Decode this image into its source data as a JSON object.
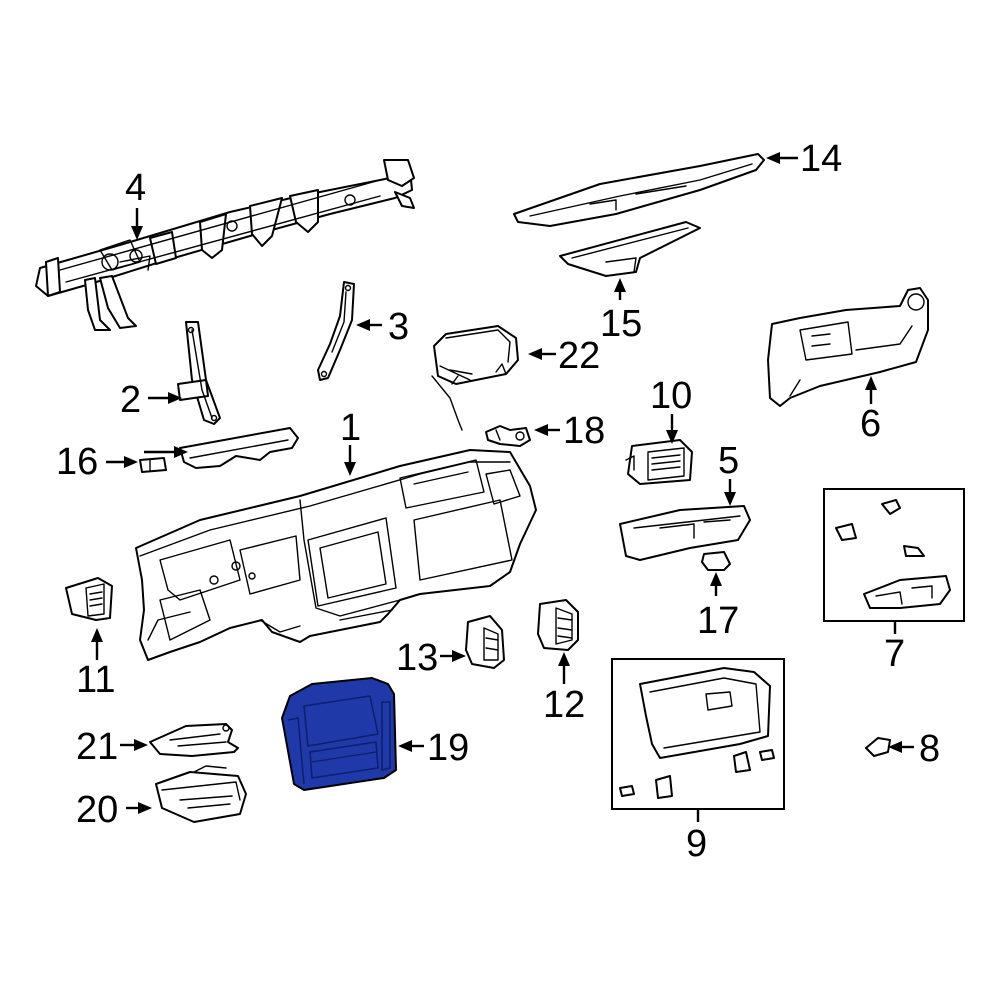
{
  "callouts": {
    "c1": "1",
    "c2": "2",
    "c3": "3",
    "c4": "4",
    "c5": "5",
    "c6": "6",
    "c7": "7",
    "c8": "8",
    "c9": "9",
    "c10": "10",
    "c11": "11",
    "c12": "12",
    "c13": "13",
    "c14": "14",
    "c15": "15",
    "c16": "16",
    "c17": "17",
    "c18": "18",
    "c19": "19",
    "c20": "20",
    "c21": "21",
    "c22": "22"
  },
  "colors": {
    "highlight_fill": "#1f3aa8",
    "highlight_edge": "#0d1f6e",
    "line": "#000000",
    "background": "#ffffff"
  }
}
